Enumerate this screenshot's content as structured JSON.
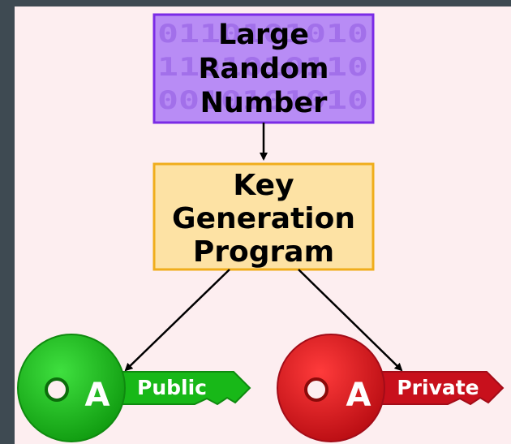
{
  "diagram": {
    "random_box": {
      "lines": [
        "Large",
        "Random",
        "Number"
      ],
      "binary_rows": [
        "0110101010",
        "1101010110",
        "0010101010"
      ],
      "fill": "#b88cf5",
      "border": "#7a2be6"
    },
    "keygen_box": {
      "lines": [
        "Key",
        "Generation",
        "Program"
      ],
      "fill": "#fde2a4",
      "border": "#f0ad1c"
    },
    "public_key": {
      "label": "Public",
      "letter": "A",
      "color": "#18b818",
      "dark": "#0f8a0f"
    },
    "private_key": {
      "label": "Private",
      "letter": "A",
      "color": "#e01616",
      "dark": "#a30c18"
    },
    "background": "#fdeef0",
    "frame": "#3e4a52"
  }
}
